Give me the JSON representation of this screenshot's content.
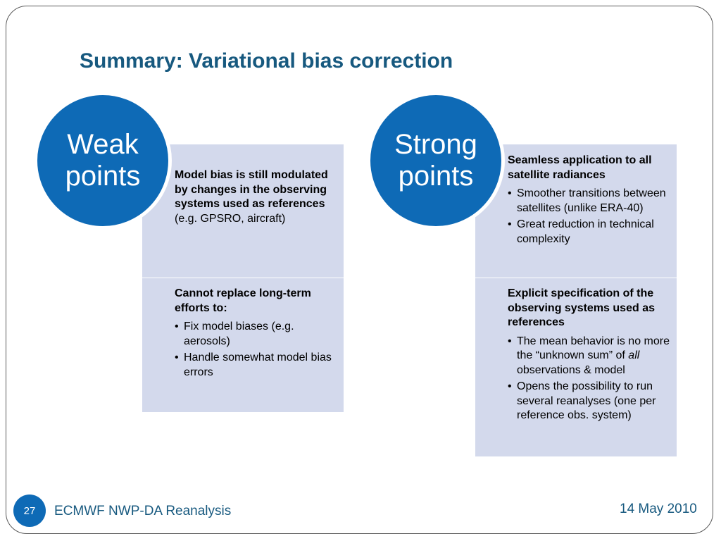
{
  "slide": {
    "title": "Summary: Variational bias correction"
  },
  "weak": {
    "circle_line1": "Weak",
    "circle_line2": "points",
    "box1": {
      "head": "Model bias is still modulated by changes in the observing systems used as references",
      "tail": " (e.g. GPSRO, aircraft)"
    },
    "box2": {
      "head": "Cannot replace long-term efforts to:",
      "bullets": [
        "Fix model biases (e.g. aerosols)",
        "Handle somewhat model bias errors"
      ]
    }
  },
  "strong": {
    "circle_line1": "Strong",
    "circle_line2": "points",
    "box1": {
      "head": "Seamless application to all satellite radiances",
      "bullets": [
        "Smoother transitions between satellites (unlike ERA-40)",
        "Great reduction in technical complexity"
      ]
    },
    "box2": {
      "head": "Explicit specification of the observing systems used as references",
      "bullet1_before": "The mean behavior is no more the “unknown sum” of ",
      "bullet1_italic": "all",
      "bullet1_after": " observations & model",
      "bullet2": "Opens the possibility to run several reanalyses (one per reference obs. system)"
    }
  },
  "footer": {
    "slide_number": "27",
    "left_text": "ECMWF NWP-DA Reanalysis",
    "date": "14 May 2010"
  },
  "colors": {
    "accent": "#0e6ab6",
    "title": "#17597f",
    "panel": "#d3d9ec"
  }
}
